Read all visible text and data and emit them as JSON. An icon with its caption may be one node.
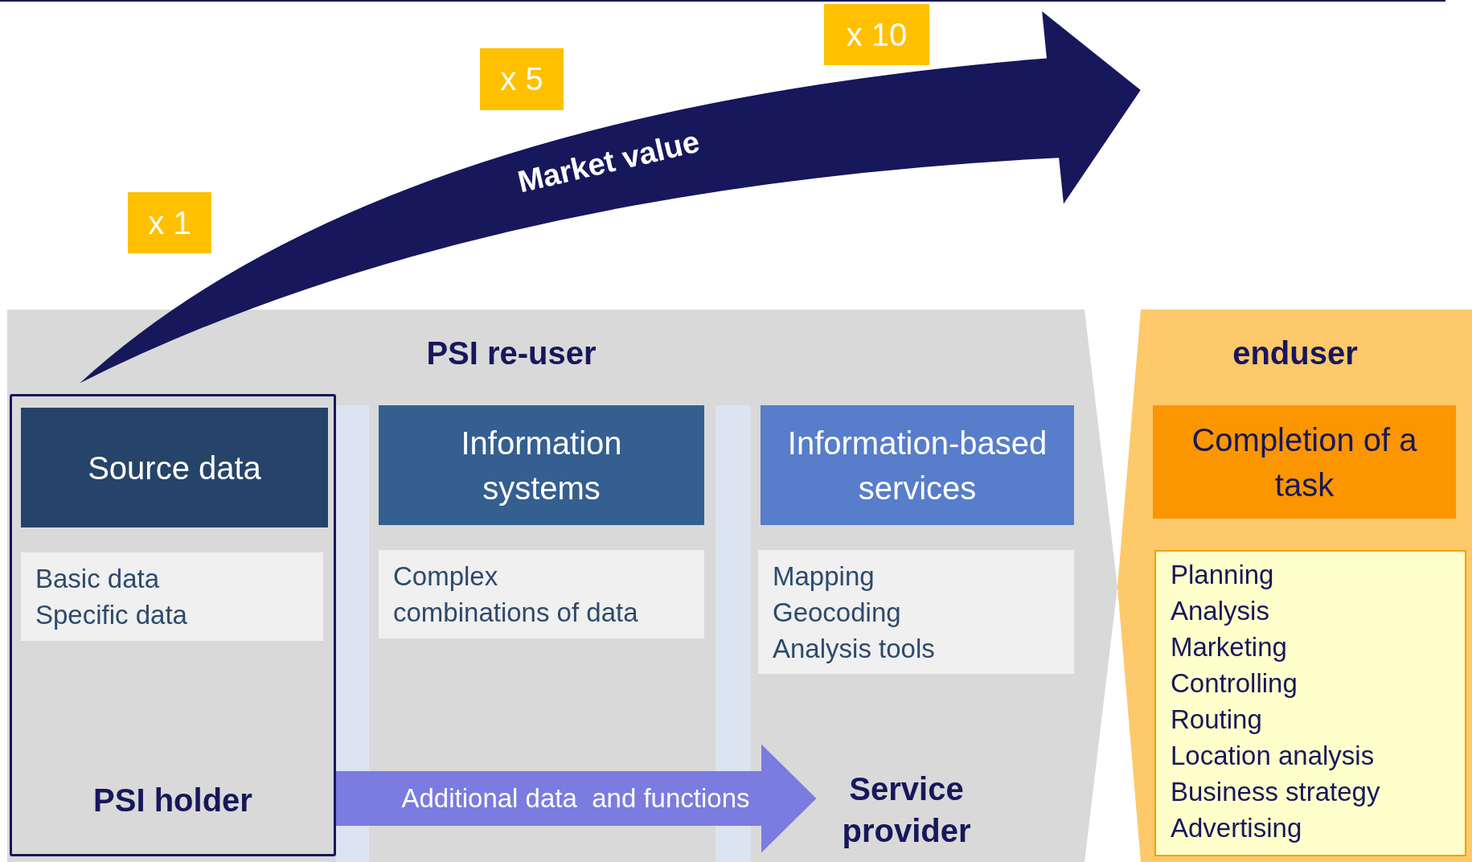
{
  "diagram": {
    "nodes": [
      {
        "text": [
          "PSI re-user"
        ]
      },
      {
        "text": [
          "PSI holder"
        ],
        "in": 0
      },
      {
        "text": [
          "Source data"
        ],
        "in": 1
      },
      {
        "text": [
          "Basic data",
          "Specific data"
        ],
        "in": 1
      },
      {
        "text": [
          "Information systems"
        ],
        "in": 0
      },
      {
        "text": [
          "Complex combinations of data"
        ],
        "in": 0
      },
      {
        "text": [
          "Information-based services"
        ],
        "in": 0
      },
      {
        "text": [
          "Mapping",
          "Geocoding",
          "Analysis tools"
        ],
        "in": 0
      },
      {
        "text": [
          "Service provider"
        ],
        "in": 0
      },
      {
        "text": [
          "enduser"
        ]
      },
      {
        "text": [
          "Completion of a task"
        ],
        "in": 9
      },
      {
        "text": [
          "Planning",
          "Analysis",
          "Marketing",
          "Controlling",
          "Routing",
          "Location analysis",
          "Business strategy",
          "Advertising"
        ],
        "in": 9
      }
    ],
    "edges": [
      {
        "from": 1,
        "to": 8,
        "arrow": "to",
        "label": "Additional data  and functions",
        "style": "thick",
        "color": "#7b7be0"
      }
    ],
    "labels": [
      "x 10",
      "x 5",
      "Market value",
      "x 1"
    ]
  }
}
